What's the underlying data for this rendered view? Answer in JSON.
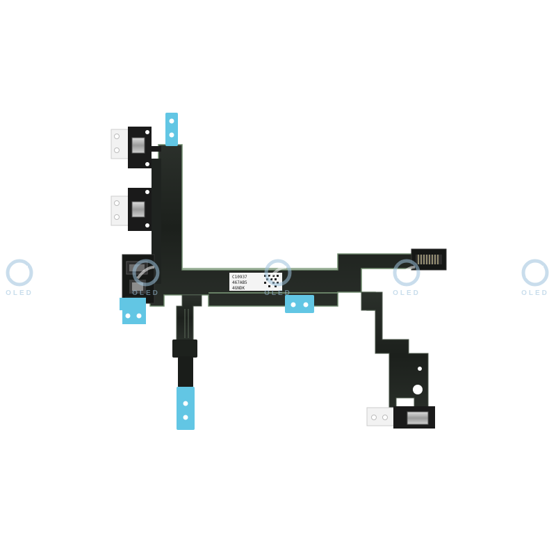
{
  "watermark": {
    "brand_text": "OLED",
    "brand_color": "#9ec3dd",
    "logo_icon": "oled-ring-logo"
  },
  "product": {
    "subject": "flex cable with buttons",
    "flex_color": "#1f2320",
    "stiffener_color": "#62c6e4",
    "bracket_color": "#1a1a1a",
    "tab_color": "#f2f2f2",
    "label_color": "#f4f4f4",
    "edge_highlight": "#6f8a6d",
    "label_lines": [
      "C10937",
      "467AB5",
      "4GNDK"
    ]
  }
}
